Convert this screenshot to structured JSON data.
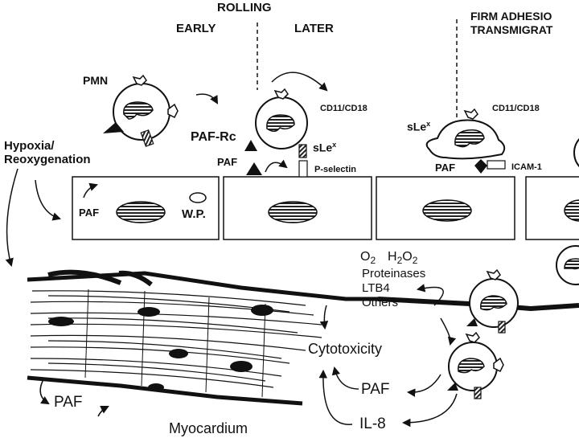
{
  "phases": {
    "rolling": "ROLLING",
    "early": "EARLY",
    "later": "LATER",
    "firm_line1": "FIRM ADHESIO",
    "firm_line2": "TRANSMIGRAT"
  },
  "labels": {
    "pmn": "PMN",
    "paf_rc": "PAF-Rc",
    "cd11_a": "CD11/CD18",
    "cd11_b": "CD11/CD18",
    "slex_a": "sLe",
    "slex_b": "sLe",
    "slex_sup": "x",
    "paf_roll": "PAF",
    "p_selectin": "P-selectin",
    "paf_firm": "PAF",
    "icam": "ICAM-1",
    "hypoxia_line1": "Hypoxia/",
    "hypoxia_line2": "Reoxygenation",
    "paf_cell": "PAF",
    "wp": "W.P."
  },
  "mediators": {
    "o2": "O",
    "o2_sub": "2",
    "h2o2": "H O",
    "h2o2_sub1": "2",
    "h2o2_sub2": "2",
    "proteinases": "Proteinases",
    "ltb4": "LTB4",
    "others": "Others",
    "cytotoxicity": "Cytotoxicity",
    "paf": "PAF",
    "il8": "IL-8",
    "paf_myo": "PAF",
    "myocardium": "Myocardium"
  }
}
